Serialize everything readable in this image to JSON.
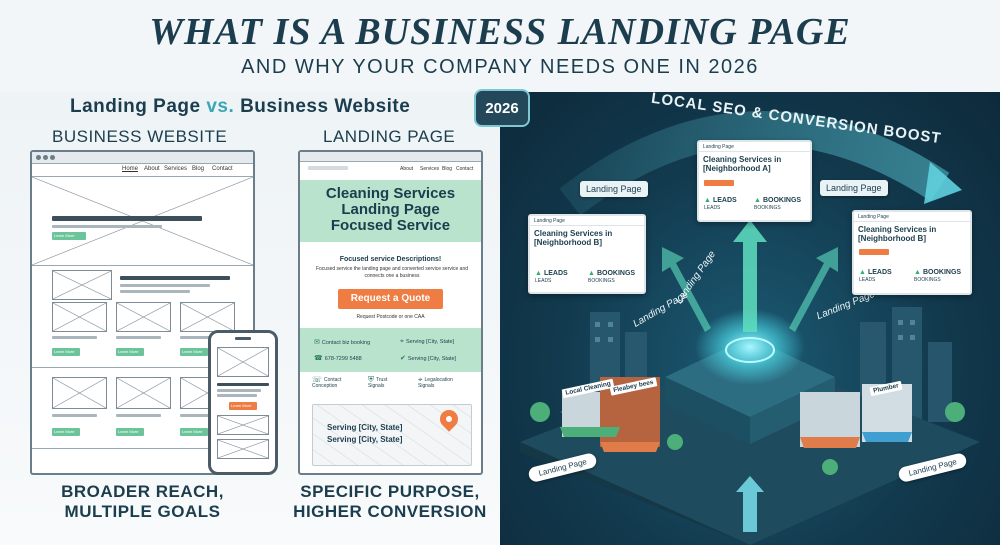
{
  "header": {
    "title": "What Is a Business Landing Page",
    "subtitle": "And Why Your Company Needs One in 2026"
  },
  "comparison": {
    "heading_part1": "Landing Page",
    "heading_vs": "vs.",
    "heading_part2": "Business Website",
    "badge_year": "2026",
    "business_website_label": "Business Website",
    "landing_page_label": "Landing Page",
    "business_website_summary_line1": "Broader Reach,",
    "business_website_summary_line2": "Multiple Goals",
    "landing_page_summary_line1": "Specific Purpose,",
    "landing_page_summary_line2": "Higher Conversion"
  },
  "wireframe": {
    "nav_items": [
      "Home",
      "About",
      "Services",
      "Blog",
      "Contact"
    ],
    "button_label": "Learn More"
  },
  "phone_mockup": {
    "button_label": "Learn More"
  },
  "landing_page_mockup": {
    "nav_items": [
      "About",
      "Services",
      "Blog",
      "Contact"
    ],
    "hero_title": "Cleaning Services\nLanding Page\nFocused Service",
    "focused_heading": "Focused service Descriptions!",
    "description": "Focused service the landing page and converted service service and connects one a business",
    "cta_label": "Request a Quote",
    "cta_note": "Request Postcode or one CAA",
    "contact_business": "Contact biz booking",
    "contact_phone": "678-7299 5488",
    "serving_city_top": "Serving [City, State]",
    "trust_contact_line1": "Contact",
    "trust_contact_line2": "Conception",
    "trust_signals_line1": "Trust",
    "trust_signals_line2": "Signals",
    "trust_location_line1": "Legalocation",
    "trust_location_line2": "Signals",
    "map_line1": "Serving [City, State]",
    "map_line2": "Serving [City, State]"
  },
  "right_scene": {
    "arc_label": "Local SEO & Conversion Boost",
    "tag_left": "Landing Page",
    "tag_right": "Landing Page",
    "rot_label_1": "Landing Page",
    "rot_label_2": "Landing Page",
    "rot_label_3": "Landing Page",
    "ground_tag_left": "Landing Page",
    "ground_tag_right": "Landing Page",
    "shop_sign_left": "Local Cleaning",
    "shop_sign_middle": "Fleabey bees",
    "shop_sign_right": "Plumber",
    "cards": [
      {
        "top": "Landing Page",
        "title_line1": "Cleaning Services in",
        "title_line2": "[Neighborhood A]",
        "stat1_main": "LEADS",
        "stat1_sub": "LEADS",
        "stat2_main": "BOOKINGS",
        "stat2_sub": "BOOKINGS"
      },
      {
        "top": "Landing Page",
        "title_line1": "Cleaning Services in",
        "title_line2": "[Neighborhood B]",
        "stat1_main": "LEADS",
        "stat1_sub": "LEADS",
        "stat2_main": "BOOKINGS",
        "stat2_sub": "BOOKINGS"
      },
      {
        "top": "Landing Page",
        "title_line1": "Cleaning Services in",
        "title_line2": "[Neighborhood B]",
        "stat1_main": "LEADS",
        "stat1_sub": "LEADS",
        "stat2_main": "BOOKINGS",
        "stat2_sub": "BOOKINGS"
      }
    ]
  },
  "colors": {
    "navy": "#1b3d4d",
    "teal_accent": "#3aa6b8",
    "mint": "#b9e3cc",
    "cta_orange": "#ee7c43",
    "scene_bg": "#12394d",
    "glow": "#4fe3f0"
  }
}
